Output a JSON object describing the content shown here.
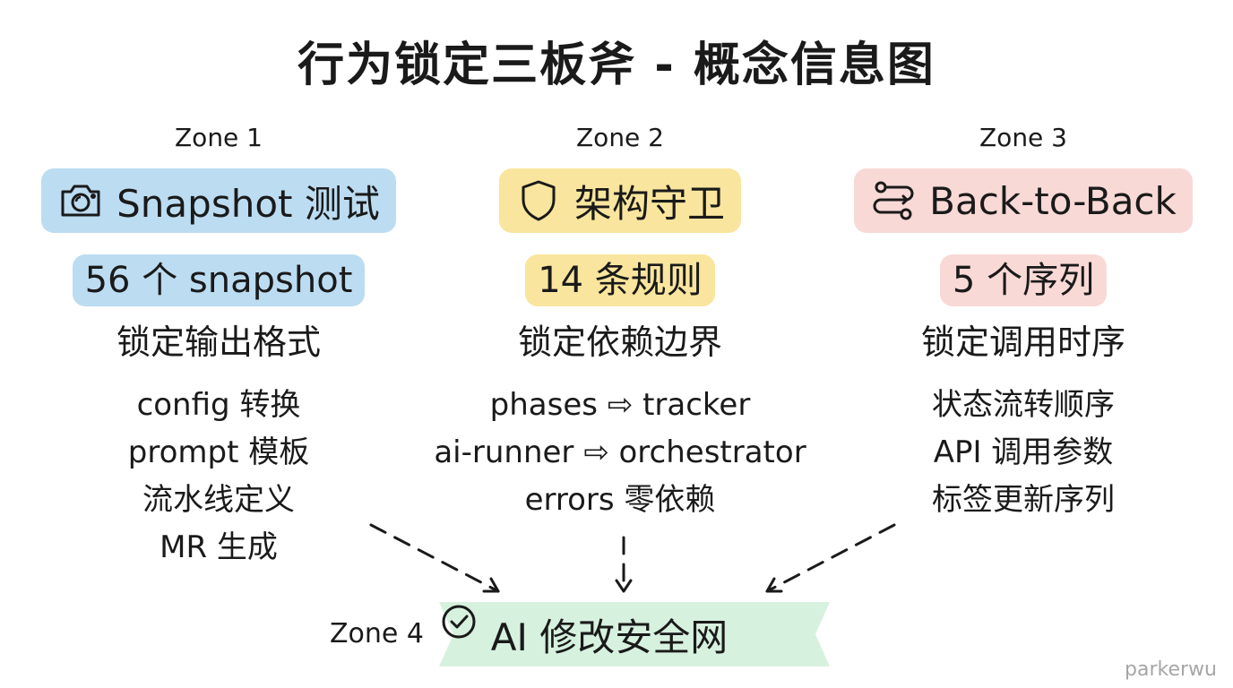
{
  "title": "行为锁定三板斧 - 概念信息图",
  "zones": [
    {
      "label": "Zone 1",
      "icon": "camera-icon",
      "name": "Snapshot 测试",
      "count": "56 个 snapshot",
      "purpose": "锁定输出格式",
      "items": [
        "config 转换",
        "prompt 模板",
        "流水线定义",
        "MR 生成"
      ],
      "color": "#bcdcf1"
    },
    {
      "label": "Zone 2",
      "icon": "shield-icon",
      "name": "架构守卫",
      "count": "14 条规则",
      "purpose": "锁定依赖边界",
      "items": [
        "phases ⇨ tracker",
        "ai-runner ⇨ orchestrator",
        "errors 零依赖"
      ],
      "color": "#f9e59d"
    },
    {
      "label": "Zone 3",
      "icon": "flow-icon",
      "name": "Back-to-Back",
      "count": "5 个序列",
      "purpose": "锁定调用时序",
      "items": [
        "状态流转顺序",
        "API 调用参数",
        "标签更新序列"
      ],
      "color": "#f8d9d6"
    }
  ],
  "zone4": {
    "label": "Zone 4",
    "name": "AI 修改安全网",
    "icon": "check-circle-icon",
    "color": "#d7f1df"
  },
  "watermark": "parkerwu"
}
